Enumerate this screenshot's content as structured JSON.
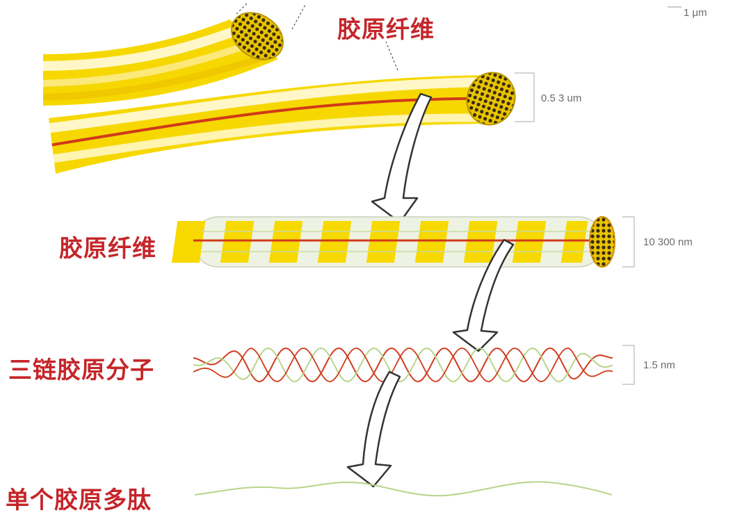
{
  "labels": {
    "fibril_bundle": "胶原纤维",
    "fibril": "胶原纤维",
    "triple_helix": "三链胶原分子",
    "single_chain": "单个胶原多肽"
  },
  "dimensions": {
    "fiber_top": "1 μm",
    "fiber": "0.5 3 um",
    "fibril": "10 300 nm",
    "molecule": "1.5 nm"
  },
  "colors": {
    "yellow": "#f7d900",
    "pale_yellow": "#fff6b8",
    "red_line": "#d03a1a",
    "green_line": "#b8d48a",
    "label_red": "#c4262a",
    "arrow_outline": "#333333"
  }
}
